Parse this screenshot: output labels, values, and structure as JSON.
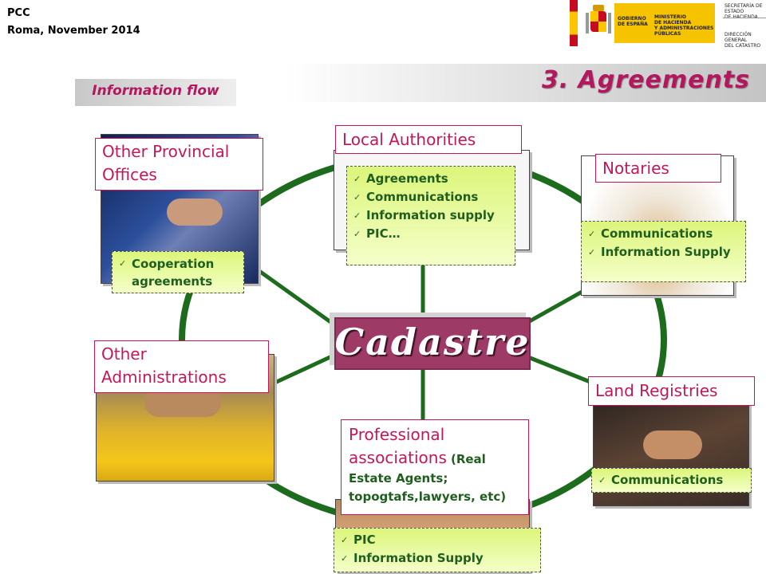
{
  "header": {
    "org": "PCC",
    "place_date": "Roma, November 2014"
  },
  "logo": {
    "gov_line1": "GOBIERNO",
    "gov_line2": "DE ESPAÑA",
    "ministry_line1": "MINISTERIO",
    "ministry_line2": "DE HACIENDA",
    "ministry_line3": "Y ADMINISTRACIONES PÚBLICAS",
    "sec_line1": "SECRETARÍA DE ESTADO",
    "sec_line2": "DE HACIENDA",
    "dir_line1": "DIRECCIÓN GENERAL",
    "dir_line2": "DEL CATASTRO"
  },
  "slide": {
    "title": "3. Agreements",
    "subtitle": "Information flow",
    "center": "Cadastre"
  },
  "nodes": {
    "other_provincial": {
      "label": "Other Provincial Offices",
      "items": [
        "Cooperation agreements"
      ]
    },
    "local_authorities": {
      "label": "Local Authorities",
      "items": [
        "Agreements",
        "Communications",
        "Information supply",
        "PIC…"
      ]
    },
    "notaries": {
      "label": "Notaries",
      "items": [
        "Communications",
        "Information Supply"
      ]
    },
    "other_administrations": {
      "label": "Other Administrations"
    },
    "land_registries": {
      "label": "Land Registries",
      "items": [
        "Communications"
      ]
    },
    "professional": {
      "label_main": "Professional associations",
      "label_paren": "(Real Estate Agents; topogtafs,lawyers, etc)",
      "items": [
        "PIC",
        "Information Supply"
      ]
    }
  },
  "colors": {
    "accent": "#b3175e",
    "ring": "#1d6b1d",
    "center_box": "#9d3a66",
    "note_bg": "#e4f99a"
  }
}
